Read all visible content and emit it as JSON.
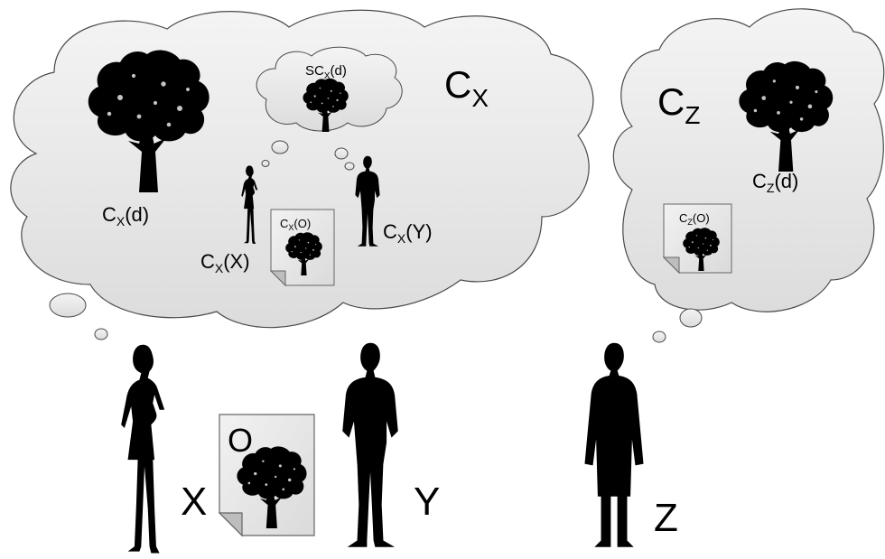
{
  "labels": {
    "cx_sup": "C",
    "cx_sub": "X",
    "cz_sup": "C",
    "cz_sub": "Z",
    "sc_pre": "SC",
    "sc_sub": "X",
    "sc_post": "(d)",
    "cxd_pre": "C",
    "cxd_sub": "X",
    "cxd_post": "(d)",
    "cxx_pre": "C",
    "cxx_sub": "X",
    "cxx_post": "(X)",
    "cxo_pre": "C",
    "cxo_sub": "X",
    "cxo_post": "(O)",
    "cxy_pre": "C",
    "cxy_sub": "X",
    "cxy_post": "(Y)",
    "czd_pre": "C",
    "czd_sub": "Z",
    "czd_post": "(d)",
    "czo_pre": "C",
    "czo_sub": "Z",
    "czo_post": "(O)",
    "doc_o": "O",
    "person_x": "X",
    "person_y": "Y",
    "person_z": "Z"
  },
  "colors": {
    "cloud_fill": "#e6e6e6",
    "cloud_stroke": "#4a4a4a",
    "silhouette": "#000000",
    "document_fill": "#e8e8e8"
  },
  "icons": [
    "tree-icon",
    "woman-silhouette-icon",
    "man-silhouette-icon",
    "coat-man-silhouette-icon",
    "document-icon",
    "thought-cloud-icon"
  ]
}
